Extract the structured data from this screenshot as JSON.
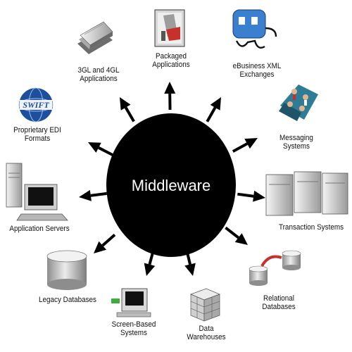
{
  "center": {
    "label": "Middleware",
    "fill": "#000000",
    "text_color": "#ffffff"
  },
  "items": [
    {
      "line1": "Packaged",
      "line2": "Applications",
      "icon": "packaged-applications-icon"
    },
    {
      "line1": "eBusiness XML",
      "line2": "Exchanges",
      "icon": "ebusiness-xml-icon"
    },
    {
      "line1": "Messaging",
      "line2": "Systems",
      "icon": "messaging-icon"
    },
    {
      "line1": "Transaction Systems",
      "line2": "",
      "icon": "servers-icon"
    },
    {
      "line1": "Relational",
      "line2": "Databases",
      "icon": "relational-db-icon"
    },
    {
      "line1": "Data",
      "line2": "Warehouses",
      "icon": "data-cube-icon"
    },
    {
      "line1": "Screen-Based",
      "line2": "Systems",
      "icon": "terminal-icon"
    },
    {
      "line1": "Legacy Databases",
      "line2": "",
      "icon": "legacy-db-icon"
    },
    {
      "line1": "Application Servers",
      "line2": "",
      "icon": "workstation-icon"
    },
    {
      "line1": "Proprietary EDI",
      "line2": "Formats",
      "icon": "swift-globe-icon"
    },
    {
      "line1": "3GL and 4GL",
      "line2": "Applications",
      "icon": "paper-stack-icon"
    }
  ],
  "swift_text": "SWIFT",
  "colors": {
    "swift_blue": "#1d4f9c",
    "accent_red": "#c8312b",
    "xml_blue": "#3a7fd0"
  }
}
